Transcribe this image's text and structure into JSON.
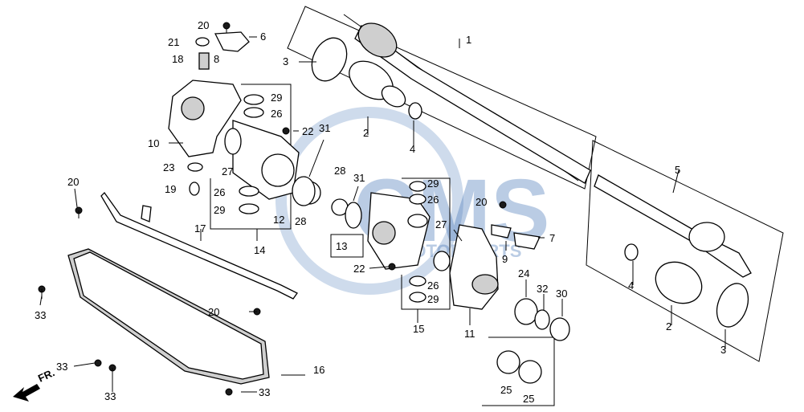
{
  "watermark": {
    "brand": "CMS",
    "tagline": "MOTORPARTS"
  },
  "direction_arrow": "FR.",
  "labels": {
    "l1": "1",
    "l2a": "2",
    "l2b": "2",
    "l3a": "3",
    "l3b": "3",
    "l4a": "4",
    "l4b": "4",
    "l5": "5",
    "l6": "6",
    "l7": "7",
    "l8": "8",
    "l9": "9",
    "l10": "10",
    "l11": "11",
    "l12": "12",
    "l13": "13",
    "l14": "14",
    "l15": "15",
    "l16": "16",
    "l17": "17",
    "l18": "18",
    "l19": "19",
    "l20a": "20",
    "l20b": "20",
    "l20c": "20",
    "l20d": "20",
    "l21": "21",
    "l22a": "22",
    "l22b": "22",
    "l23": "23",
    "l24": "24",
    "l25a": "25",
    "l25b": "25",
    "l26a": "26",
    "l26b": "26",
    "l26c": "26",
    "l26d": "26",
    "l27a": "27",
    "l27b": "27",
    "l28a": "28",
    "l28b": "28",
    "l29a": "29",
    "l29b": "29",
    "l29c": "29",
    "l29d": "29",
    "l30": "30",
    "l31a": "31",
    "l31b": "31",
    "l32": "32",
    "l33a": "33",
    "l33b": "33",
    "l33c": "33",
    "l33d": "33"
  }
}
